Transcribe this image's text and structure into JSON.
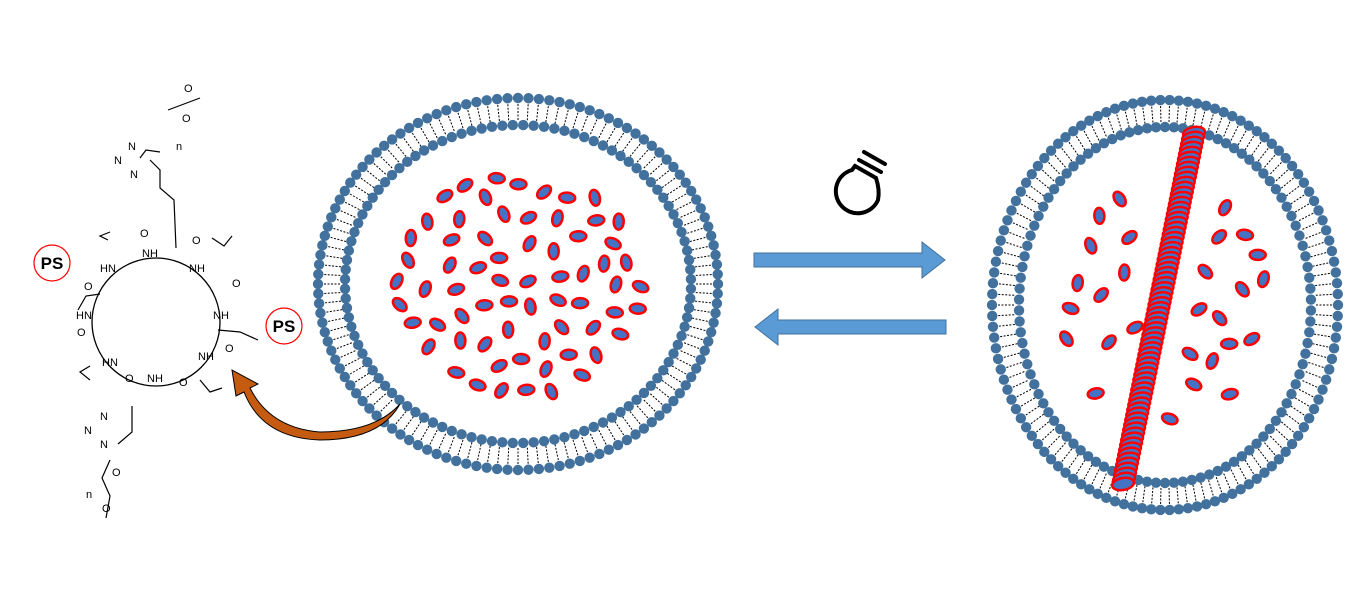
{
  "molecule": {
    "name_label": "PS",
    "atoms": {
      "nh": "NH",
      "hn": "HN",
      "h": "H",
      "n": "N",
      "o": "O",
      "repeat": "n"
    }
  },
  "diagram": {
    "light_icon": "light-bulb-icon",
    "forward_arrow": "right-arrow",
    "reverse_arrow": "left-arrow"
  },
  "colors": {
    "lipid_head": "#41719C",
    "micelle_fill": "#4472C4",
    "micelle_stroke": "#FF0000",
    "arrow_fill": "#5B9BD5",
    "curved_arrow": "#C55A11"
  }
}
